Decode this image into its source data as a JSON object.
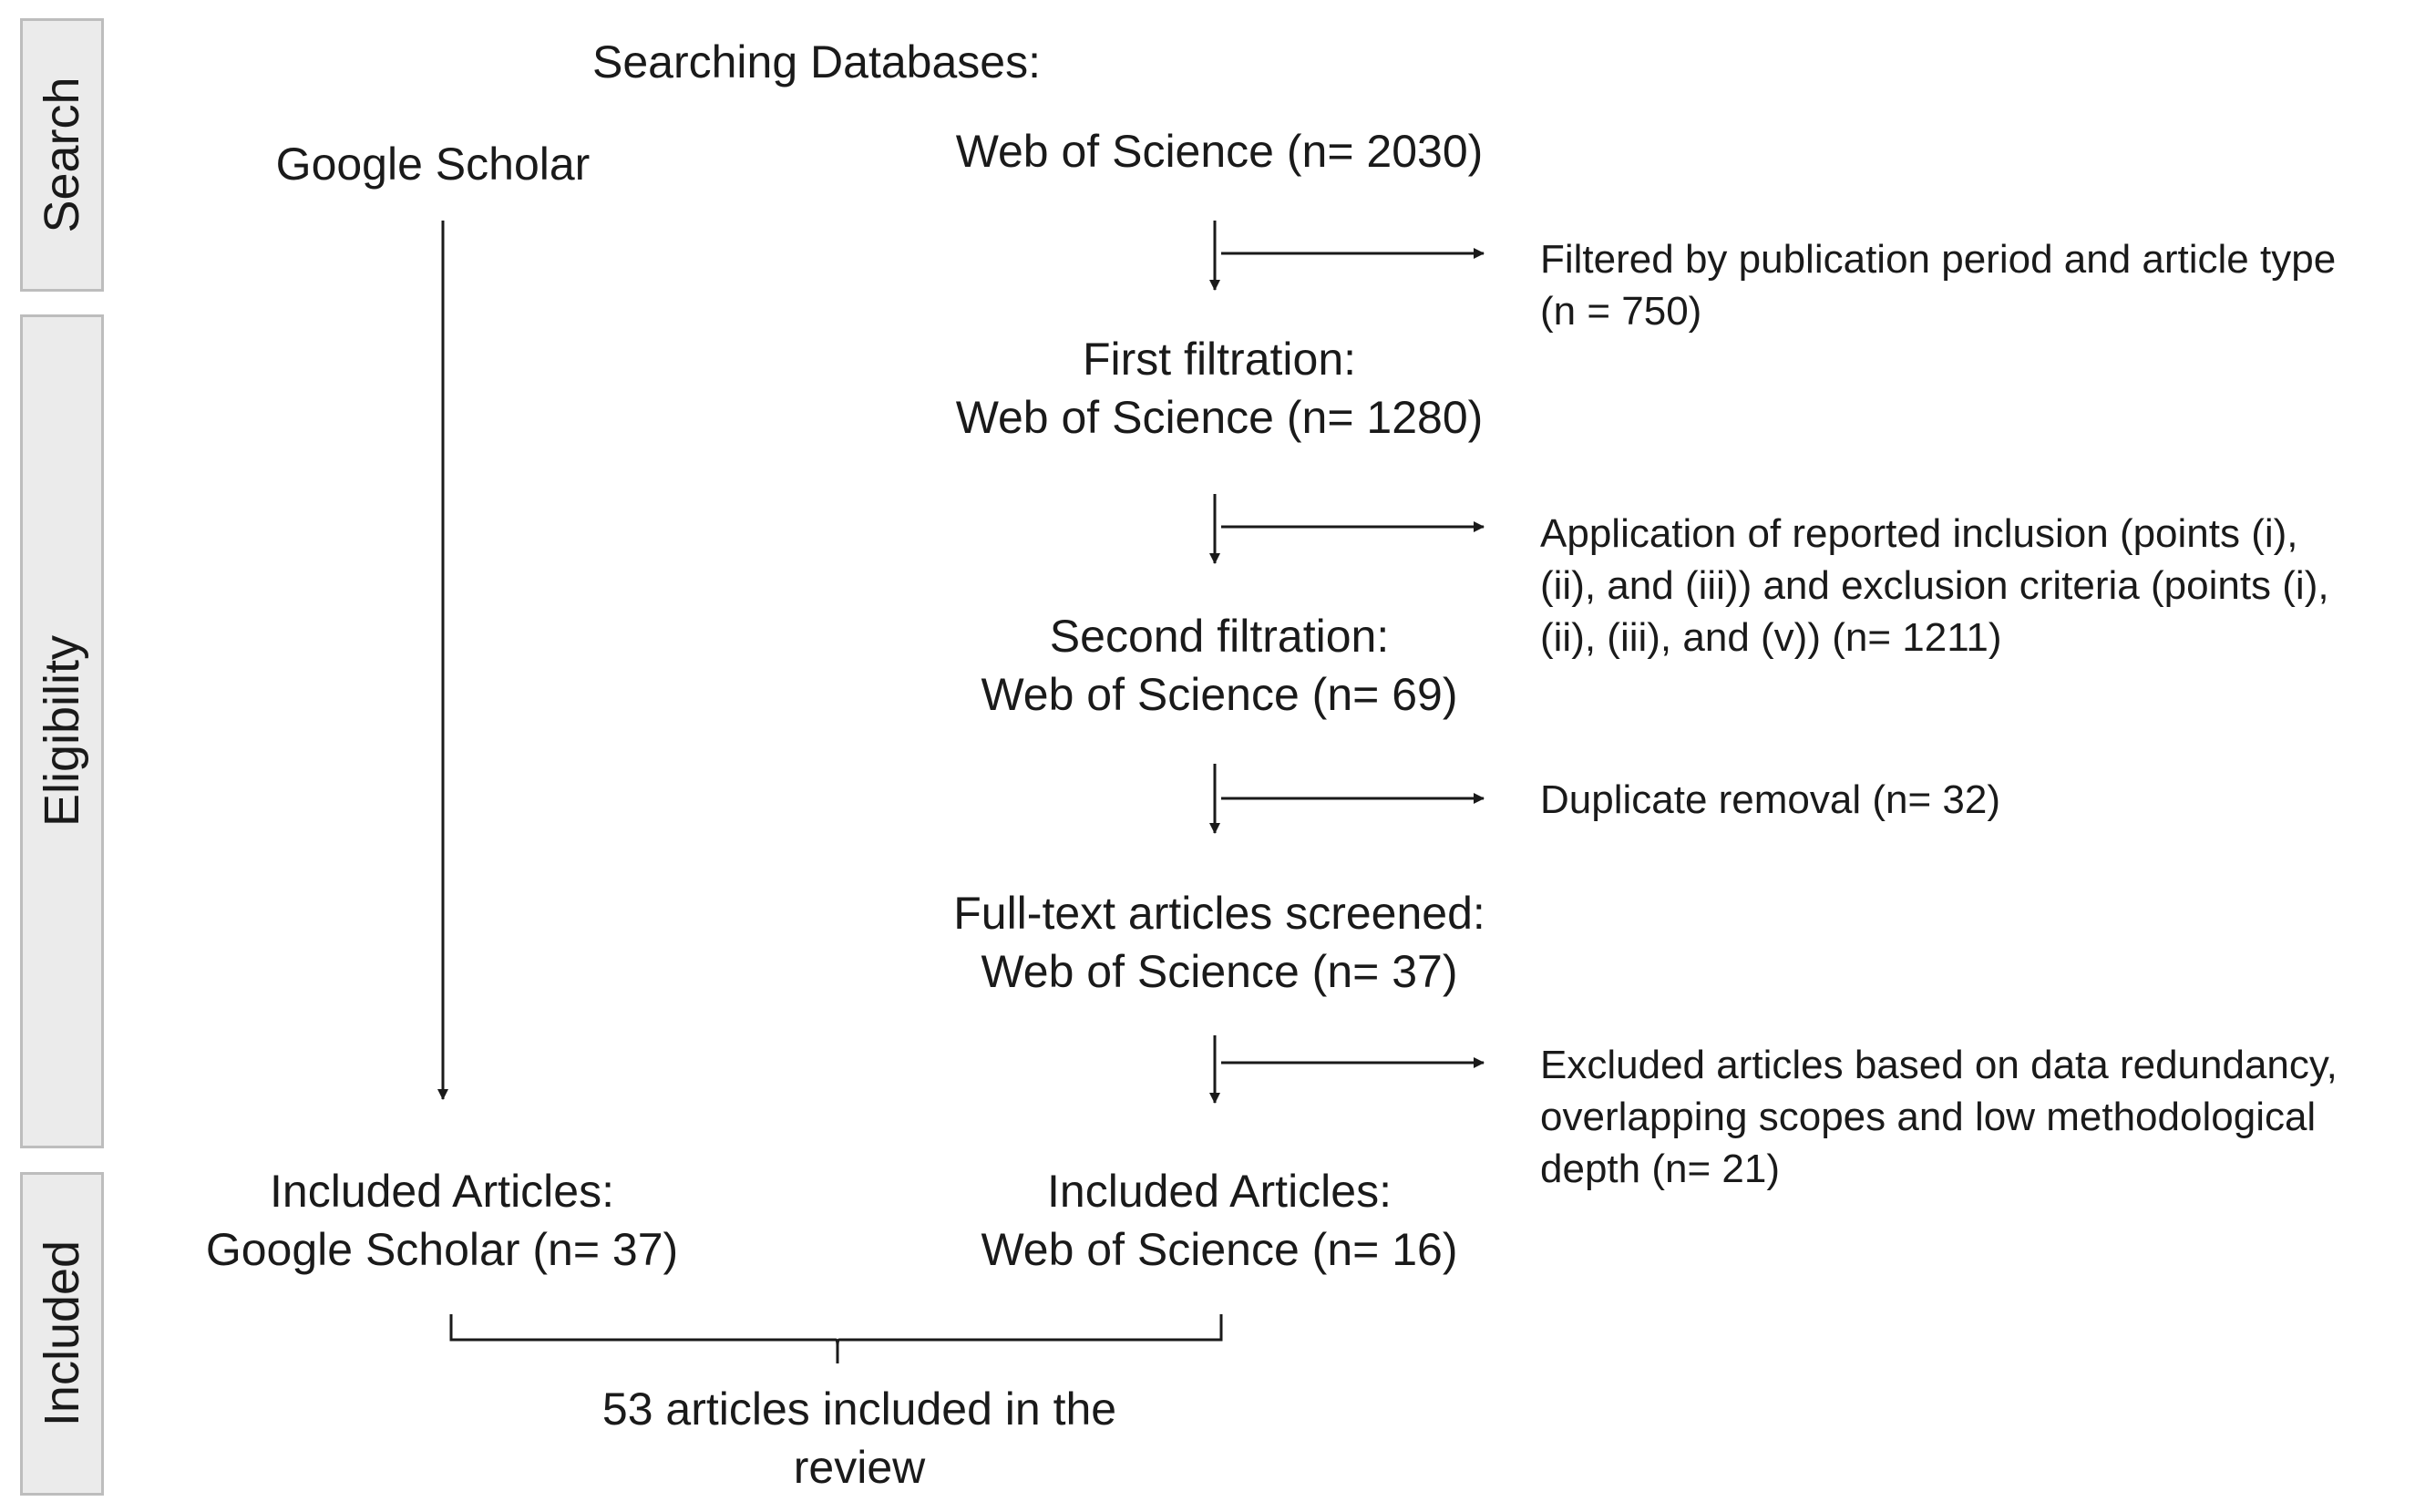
{
  "phases": {
    "search": "Search",
    "eligibility": "Eligibility",
    "included": "Included"
  },
  "header": "Searching Databases:",
  "google_scholar": {
    "source": "Google Scholar",
    "included_title": "Included Articles:",
    "included_count": "Google Scholar (n= 37)"
  },
  "web_of_science": {
    "initial": "Web of Science (n= 2030)",
    "first_title": "First filtration:",
    "first_count": "Web of Science (n= 1280)",
    "second_title": "Second filtration:",
    "second_count": "Web of Science (n= 69)",
    "fulltext_title": "Full-text articles screened:",
    "fulltext_count": "Web of Science (n= 37)",
    "included_title": "Included Articles:",
    "included_count": "Web of Science (n= 16)"
  },
  "exclusions": {
    "filter1": [
      "Filtered by publication period and article type",
      "(n = 750)"
    ],
    "filter2": [
      "Application of reported inclusion (points (i),",
      "(ii), and (iii)) and exclusion criteria (points (i),",
      "(ii), (iii), and (v)) (n= 1211)"
    ],
    "filter3": [
      "Duplicate removal (n= 32)"
    ],
    "filter4": [
      "Excluded articles based on data redundancy,",
      "overlapping scopes and low methodological",
      "depth (n= 21)"
    ]
  },
  "total": [
    "53 articles included in the",
    "review"
  ]
}
